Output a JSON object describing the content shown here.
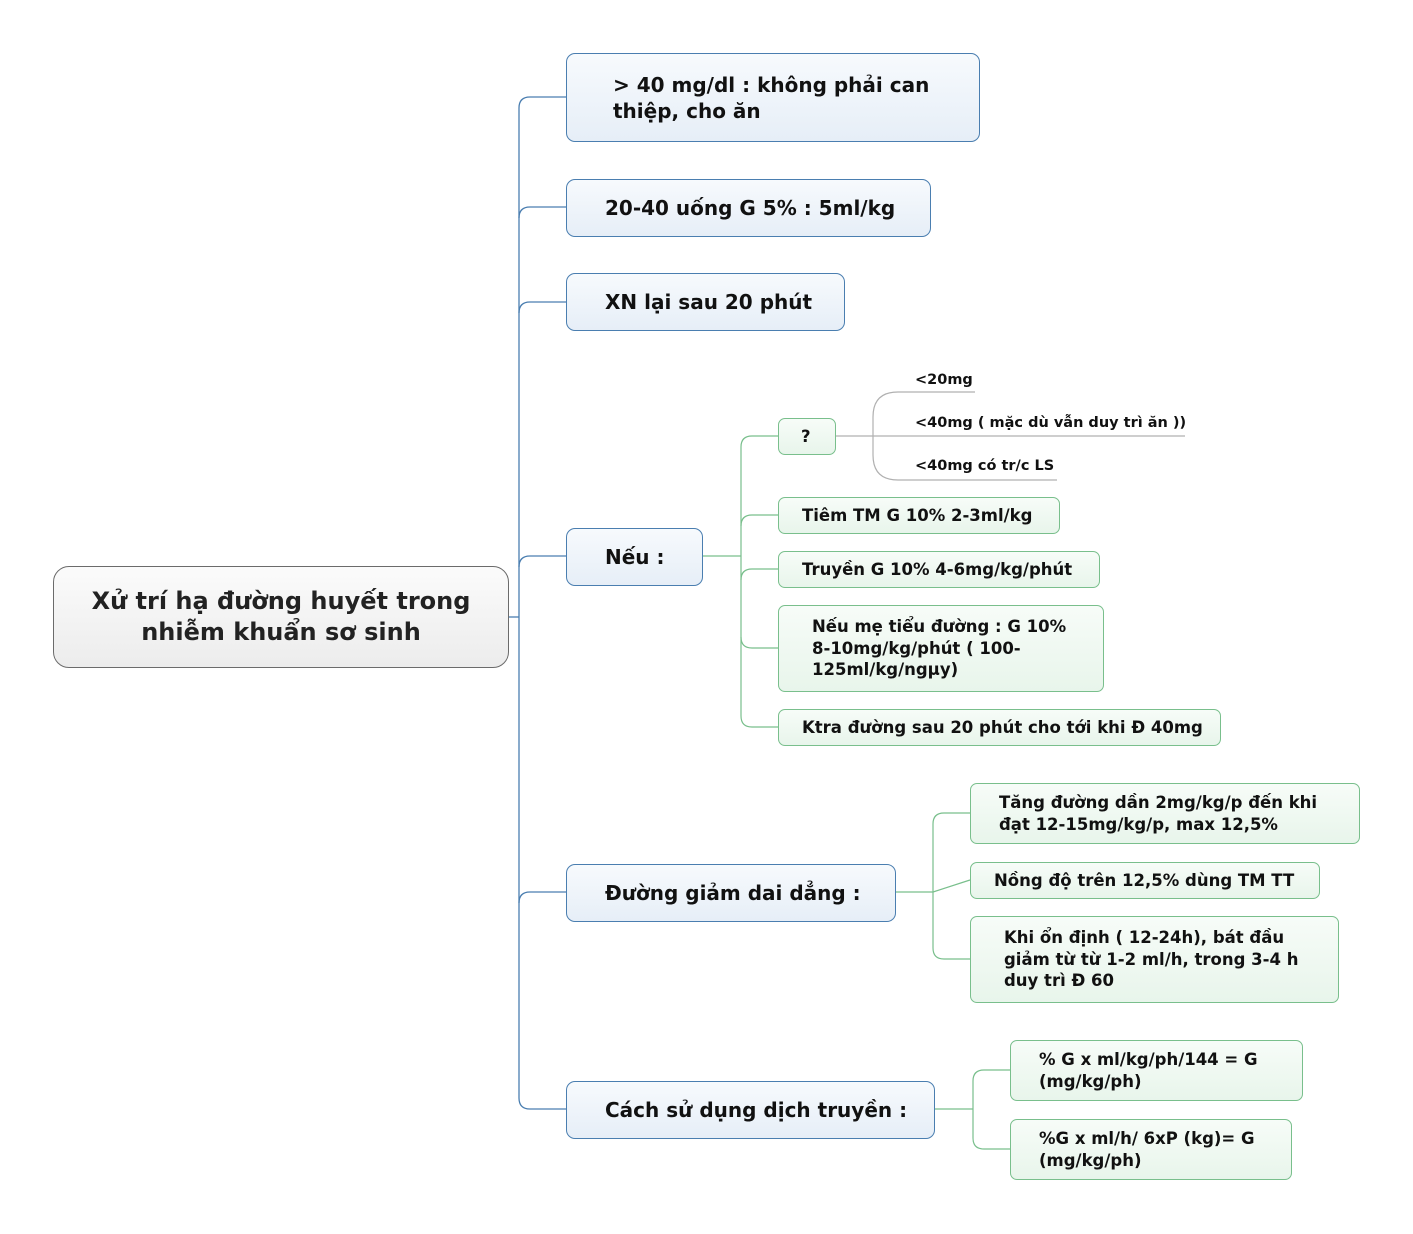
{
  "root": {
    "title": "Xử trí hạ đường huyết trong nhiễm khuẩn sơ sinh"
  },
  "branches": {
    "b1": "> 40 mg/dl  : không phải can thiệp, cho ăn",
    "b2": "20-40 uống G 5% : 5ml/kg",
    "b3": "XN lại sau 20 phút",
    "b4": {
      "label": "Nếu :",
      "question": {
        "label": "?",
        "options": [
          "<20mg",
          "<40mg ( mặc dù vẫn duy trì ăn ))",
          "<40mg có tr/c LS"
        ]
      },
      "children": [
        "Tiêm TM G 10% 2-3ml/kg",
        "Truyền G 10% 4-6mg/kg/phút",
        "Nếu mẹ tiểu đường : G 10% 8-10mg/kg/phút ( 100-125ml/kg/ngµy)",
        "Ktra đường sau 20 phút cho tới khi Đ 40mg"
      ]
    },
    "b5": {
      "label": "Đường giảm dai dẳng :",
      "children": [
        "Tăng đường dần 2mg/kg/p đến  khi đạt  12-15mg/kg/p, max  12,5%",
        "Nồng độ trên 12,5% dùng TM TT",
        "Khi  ổn định ( 12-24h), bát đầu giảm từ từ 1-2 ml/h, trong 3-4 h duy trì Đ  60"
      ]
    },
    "b6": {
      "label": "Cách sử dụng dịch truyền :",
      "children": [
        "% G x ml/kg/ph/144 =  G (mg/kg/ph)",
        "%G x ml/h/ 6xP (kg)= G (mg/kg/ph)"
      ]
    }
  },
  "colors": {
    "root_border": "#6b6b6b",
    "level1_border": "#4a7eb0",
    "level2_border": "#79bf8c",
    "leaf_line": "#b0b0b0"
  }
}
